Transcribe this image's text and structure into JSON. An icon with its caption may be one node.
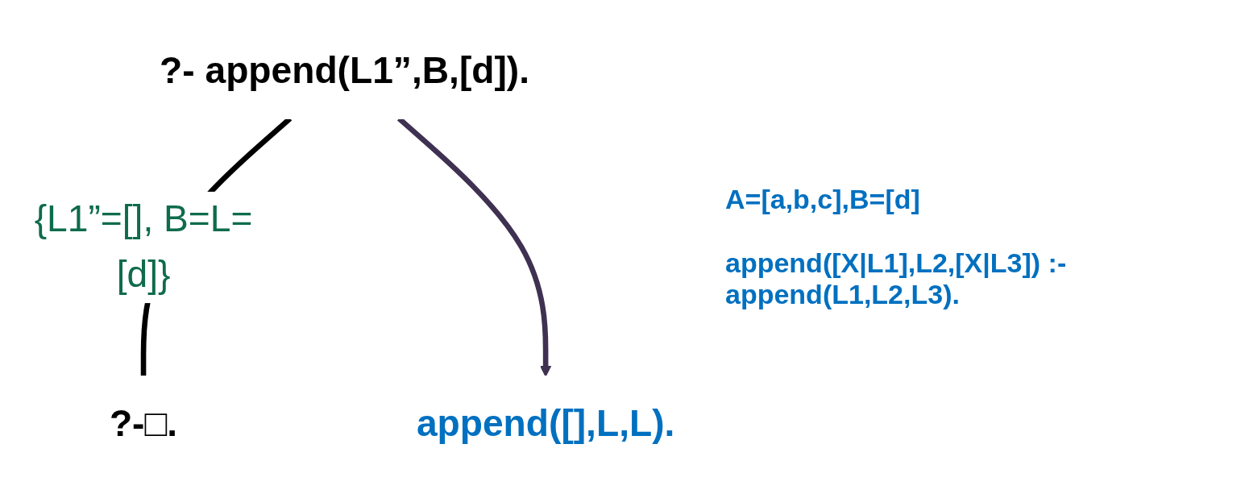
{
  "diagram": {
    "nodes": [
      {
        "text": [
          "?- append(L1”,B,[d])."
        ]
      },
      {
        "text": [
          "?-□."
        ]
      },
      {
        "text": [
          "append([],L,L)."
        ]
      }
    ],
    "edges": [
      {
        "from": 0,
        "to": 1,
        "arrow": "none",
        "label": "{L1”=[], B=L=[d]}",
        "color": "#000000"
      },
      {
        "from": 0,
        "to": 2,
        "arrow": "to",
        "color": "#3f3151"
      }
    ],
    "labels": [
      "A=[a,b,c],B=[d]",
      "append([X|L1],L2,[X|L3]) :- append(L1,L2,L3)."
    ]
  }
}
